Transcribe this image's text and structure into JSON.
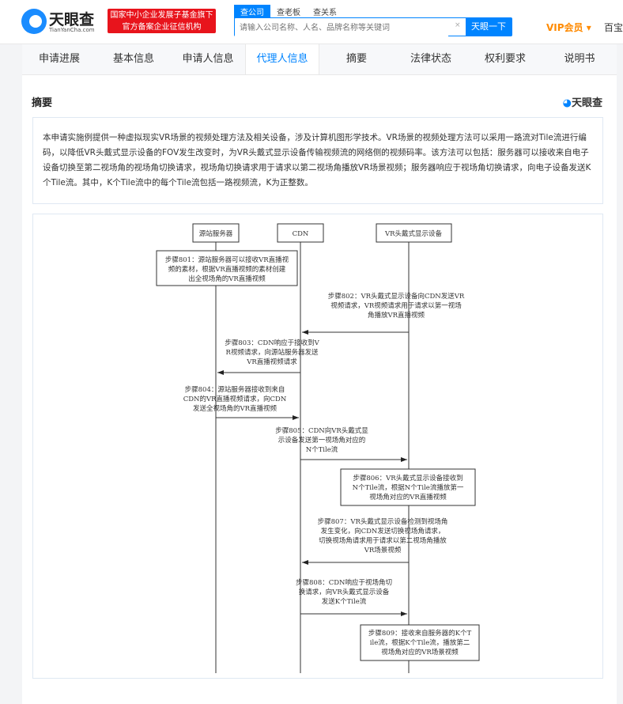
{
  "header": {
    "brand": "天眼查",
    "brand_sub": "TianYanCha.com",
    "badge_line1": "国家中小企业发展子基金旗下",
    "badge_line2": "官方备案企业征信机构",
    "search_tabs": [
      "查公司",
      "查老板",
      "查关系"
    ],
    "search_placeholder": "请输入公司名称、人名、品牌名称等关键词",
    "clear": "×",
    "search_button": "天眼一下",
    "vip": "VIP会员 ▾",
    "more": "百宝"
  },
  "tabs": [
    "申请进展",
    "基本信息",
    "申请人信息",
    "代理人信息",
    "摘要",
    "法律状态",
    "权利要求",
    "说明书"
  ],
  "section": {
    "title": "摘要",
    "watermark_prefix": "◕",
    "watermark": "天眼查",
    "summary": "本申请实施例提供一种虚拟现实VR场景的视频处理方法及相关设备，涉及计算机图形学技术。VR场景的视频处理方法可以采用一路流对Tile流进行编码，以降低VR头戴式显示设备的FOV发生改变时，为VR头戴式显示设备传输视频流的网络侧的视频码率。该方法可以包括：服务器可以接收来自电子设备切换至第二视场角的视场角切换请求，视场角切换请求用于请求以第二视场角播放VR场景视频；服务器响应于视场角切换请求，向电子设备发送K个Tile流。其中，K个Tile流中的每个Tile流包括一路视频流，K为正整数。"
  },
  "diagram": {
    "actors": [
      "源站服务器",
      "CDN",
      "VR头戴式显示设备"
    ],
    "steps": [
      [
        "步骤801：源站服务器可以接收VR直播视",
        "频的素材，根据VR直播视频的素材创建",
        "出全视场角的VR直播视频"
      ],
      [
        "步骤802：VR头戴式显示设备向CDN发送VR",
        "视频请求，VR视频请求用于请求以第一视场",
        "角播放VR直播视频"
      ],
      [
        "步骤803：CDN响应于接收到V",
        "R视频请求，向源站服务器发送",
        "VR直播视频请求"
      ],
      [
        "步骤804：源站服务器接收到来自",
        "CDN的VR直播视频请求，向CDN",
        "发送全视场角的VR直播视频"
      ],
      [
        "步骤805：CDN向VR头戴式显",
        "示设备发送第一视场角对应的",
        "N个Tile流"
      ],
      [
        "步骤806：VR头戴式显示设备接收到",
        "N个Tile流，根据N个Tile流播放第一",
        "视场角对应的VR直播视频"
      ],
      [
        "步骤807：VR头戴式显示设备检测到视场角",
        "发生变化，向CDN发送切换视场角请求，",
        "切换视场角请求用于请求以第二视场角播放",
        "VR场景视频"
      ],
      [
        "步骤808：CDN响应于视场角切",
        "换请求，向VR头戴式显示设备",
        "发送K个Tile流"
      ],
      [
        "步骤809：接收来自服务器的K个T",
        "ile流，根据K个Tile流，播放第二",
        "视场角对应的VR场景视频"
      ]
    ]
  }
}
